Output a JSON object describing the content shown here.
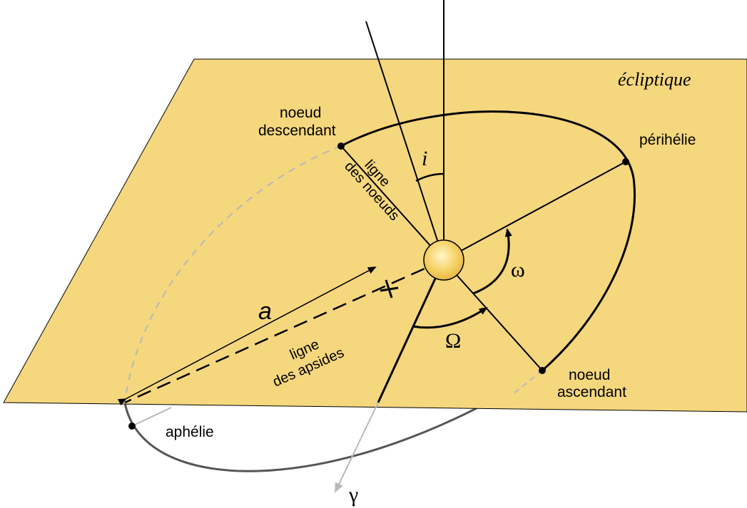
{
  "labels": {
    "plane": "écliptique",
    "noeud_descendant_line1": "noeud",
    "noeud_descendant_line2": "descendant",
    "noeud_ascendant_line1": "noeud",
    "noeud_ascendant_line2": "ascendant",
    "perihelie": "périhélie",
    "aphelie": "aphélie",
    "ligne_des_noeuds_line1": "ligne",
    "ligne_des_noeuds_line2": "des noeuds",
    "ligne_des_apsides_line1": "ligne",
    "ligne_des_apsides_line2": "des apsides",
    "inclination": "i",
    "semi_major_axis": "a",
    "argument_of_periapsis": "ω",
    "longitude_ascending_node": "Ω",
    "vernal_point": "γ"
  },
  "colors": {
    "plane_fill": "#F5D77E",
    "sun_fill": "#F7D36A",
    "orbit_below": "#555555",
    "hidden_dashed": "#B8B8B8",
    "vernal_axis": "#B8B8B8",
    "ink": "#000000"
  }
}
